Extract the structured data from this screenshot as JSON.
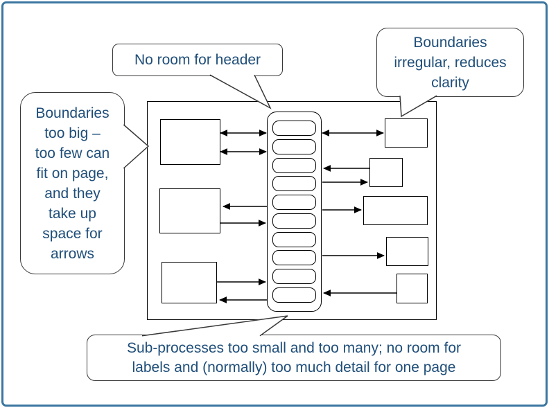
{
  "figure": {
    "description": "Annotated example of a cluttered one-page process map",
    "callouts": {
      "header": {
        "text": "No room for header"
      },
      "left": {
        "text": "Boundaries\ntoo big –\ntoo few can\nfit on page,\nand they\ntake up\nspace for\narrows"
      },
      "top_right": {
        "text": "Boundaries\nirregular, reduces\nclarity"
      },
      "bottom": {
        "text": "Sub-processes too small and too many; no room for\nlabels and (normally) too much detail for one page"
      }
    },
    "diagram": {
      "subprocesses": 10,
      "left_boundary_boxes": 3,
      "right_boundary_boxes": 5
    }
  },
  "colors": {
    "frame_border": "#3a76a0",
    "callout_text": "#1f4e79",
    "callout_border": "#383838",
    "diagram_line": "#000000"
  }
}
